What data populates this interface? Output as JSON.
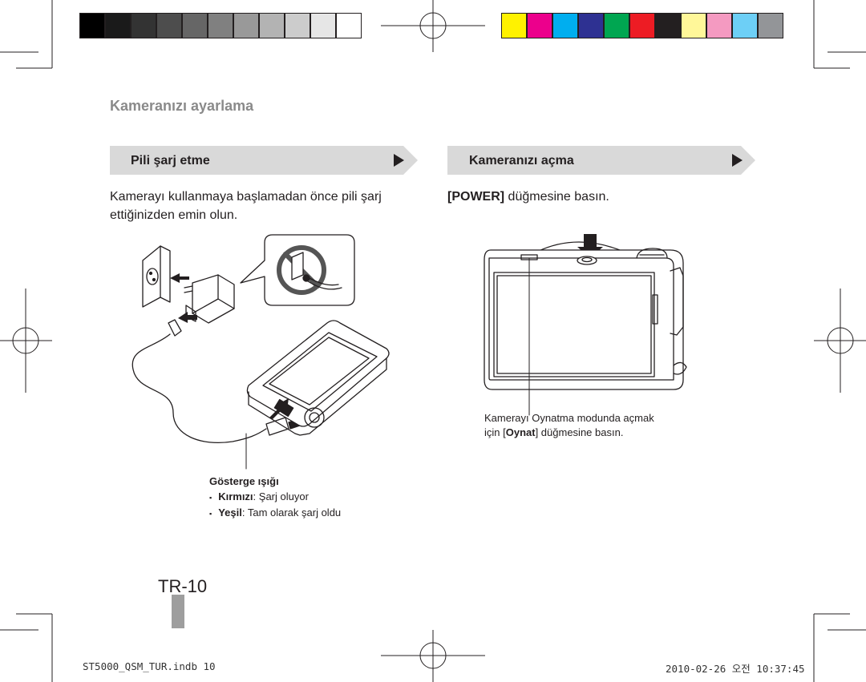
{
  "colors": {
    "gray_swatches": [
      "#000000",
      "#1a1a1a",
      "#333333",
      "#4d4d4d",
      "#666666",
      "#808080",
      "#999999",
      "#b3b3b3",
      "#cccccc",
      "#e6e6e6",
      "#ffffff"
    ],
    "color_swatches": [
      "#fff200",
      "#ec008c",
      "#00aeef",
      "#2e3192",
      "#00a651",
      "#ed1c24",
      "#231f20",
      "#fff799",
      "#f49ac1",
      "#6dcff6",
      "#939598"
    ],
    "tab_background": "#d9d9d9",
    "tab_arrow": "#231f20",
    "page_marker": "#9e9e9e"
  },
  "section_title": "Kameranızı ayarlama",
  "left": {
    "tab_label": "Pili şarj etme",
    "intro_line1": "Kamerayı kullanmaya başlamadan önce pili şarj",
    "intro_line2": "ettiğinizden emin olun.",
    "indicator_title": "Gösterge ışığı",
    "bullet": "▪",
    "red_term": "Kırmızı",
    "red_desc": ": Şarj oluyor",
    "green_term": "Yeşil",
    "green_desc": ": Tam olarak şarj oldu"
  },
  "right": {
    "tab_label": "Kameranızı açma",
    "power_key": "[POWER]",
    "power_text": " düğmesine basın.",
    "callout_line1": "Kamerayı Oynatma modunda açmak",
    "callout_line2_pre": "için [",
    "callout_key": "Oynat",
    "callout_line2_post": "] düğmesine basın."
  },
  "page_number": "TR-10",
  "footer": {
    "file": "ST5000_QSM_TUR.indb   10",
    "datetime": "2010-02-26   오전 10:37:45"
  }
}
